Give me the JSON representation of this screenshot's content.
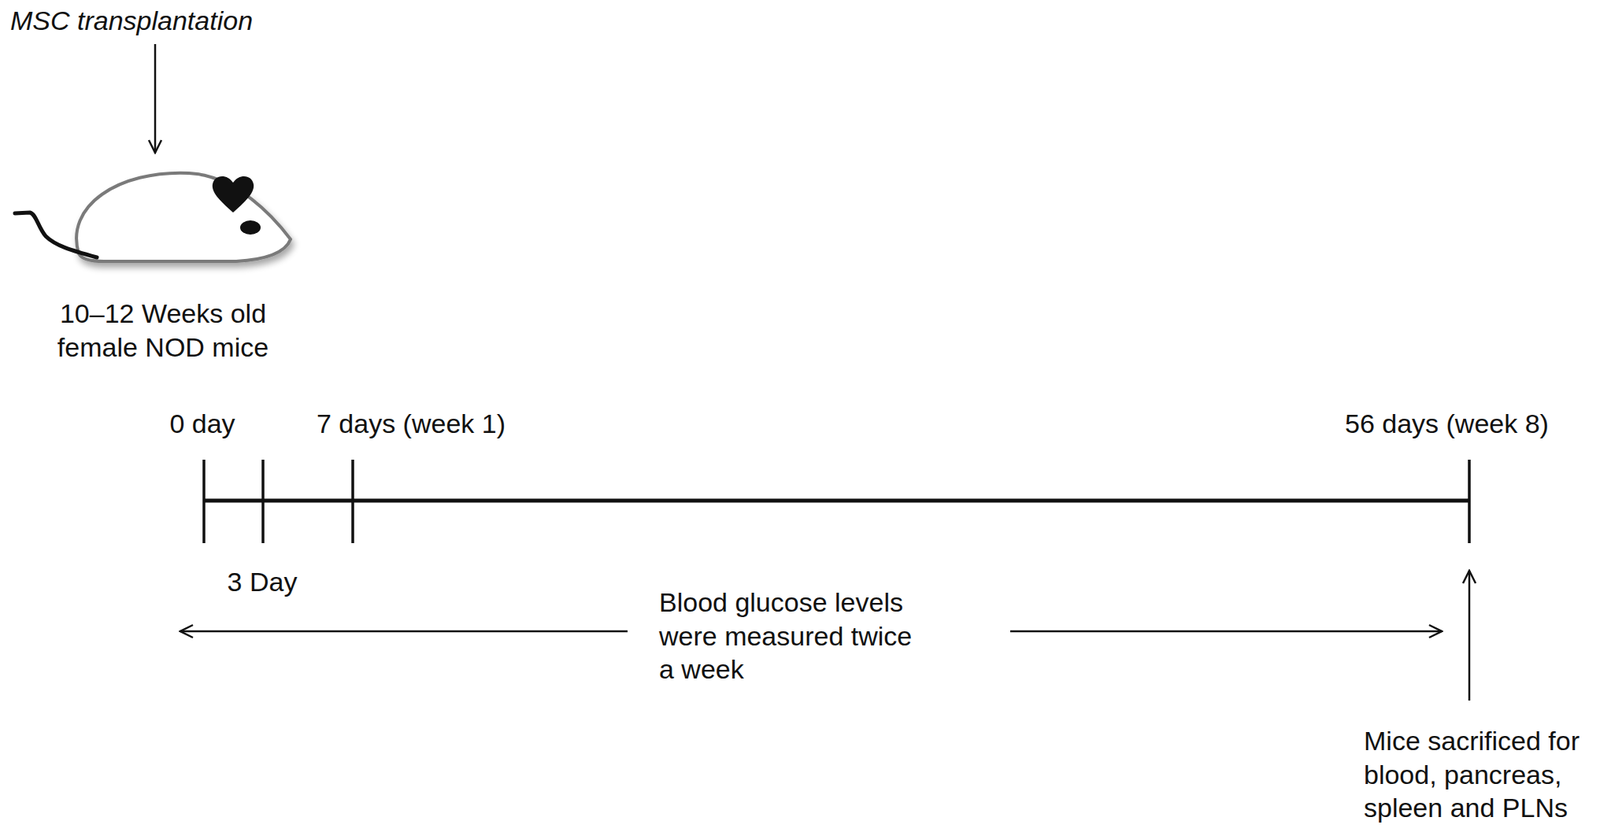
{
  "diagram": {
    "labels": [
      "MSC transplantation",
      "10–12 Weeks old female NOD mice",
      "0 day",
      "7 days (week 1)",
      "56 days (week 8)",
      "3 Day",
      "Blood glucose levels were measured twice a week",
      "Mice sacrificed for blood, pancreas, spleen and PLNs"
    ]
  }
}
